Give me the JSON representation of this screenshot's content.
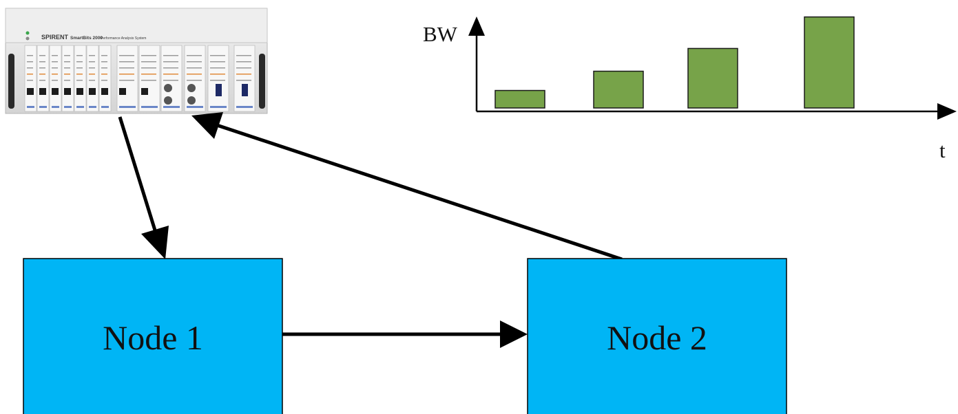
{
  "device": {
    "brand": "SPIRENT",
    "model": "SmartBits 2000",
    "subtitle": "Performance Analysis System"
  },
  "nodes": [
    {
      "id": "node1",
      "label": "Node 1"
    },
    {
      "id": "node2",
      "label": "Node 2"
    }
  ],
  "chart_data": {
    "type": "bar",
    "title": "",
    "xlabel": "t",
    "ylabel": "BW",
    "categories": [
      "",
      "",
      "",
      ""
    ],
    "values": [
      1,
      2.1,
      3.4,
      5.2
    ],
    "ylim": [
      0,
      5.5
    ],
    "grid": false,
    "legend": "none",
    "bar_color": "#77a349"
  },
  "colors": {
    "node_fill": "#00b5f5",
    "arrow": "#000000",
    "chassis": "#e6e6e6"
  }
}
